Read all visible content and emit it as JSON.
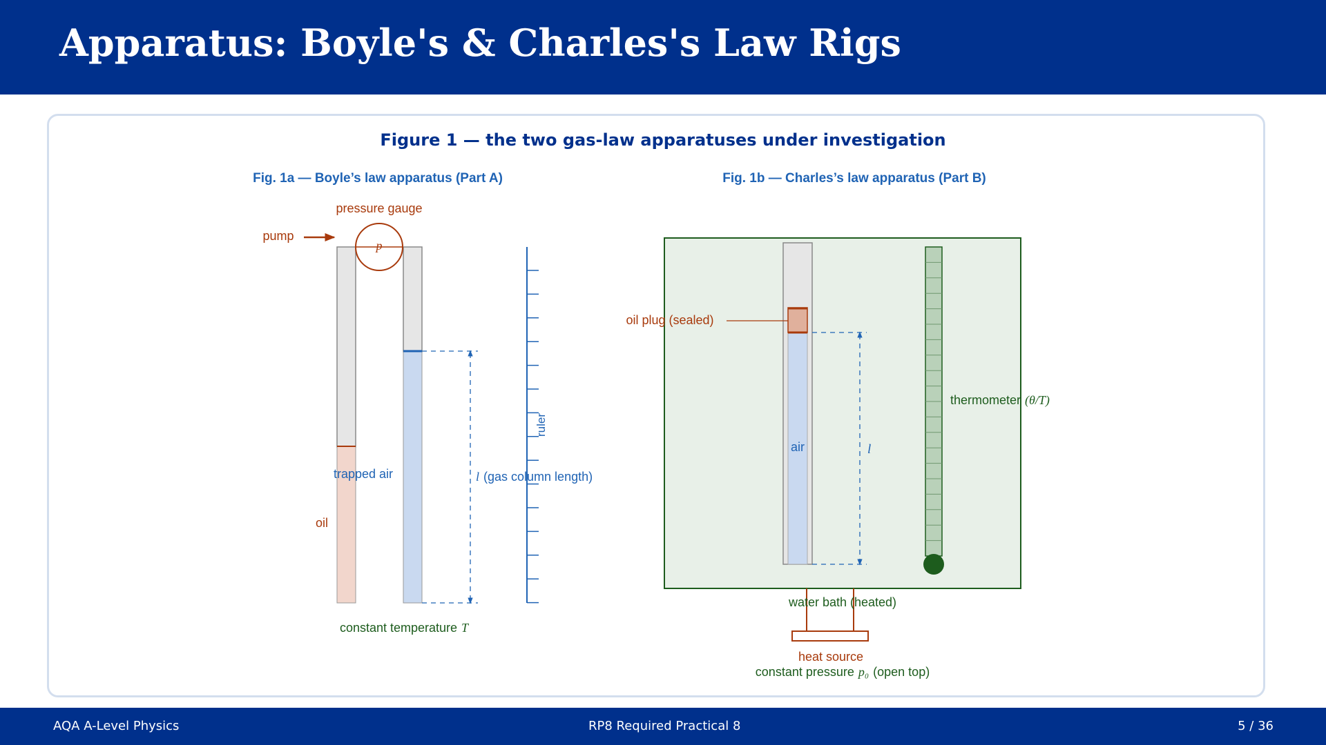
{
  "slide": {
    "title": "Apparatus: Boyle's & Charles's Law Rigs",
    "figure_title": "Figure 1 — the two gas-law apparatuses under investigation"
  },
  "fig_a": {
    "caption": "Fig. 1a — Boyle’s law apparatus (Part A)",
    "pressure_gauge": "pressure gauge",
    "pump": "pump",
    "gauge_symbol": "p",
    "trapped_air": "trapped air",
    "oil": "oil",
    "length_symbol": "l",
    "length_label": "(gas column length)",
    "ruler": "ruler",
    "constant_temp": "constant temperature",
    "temp_symbol": "T"
  },
  "fig_b": {
    "caption": "Fig. 1b — Charles’s law apparatus (Part B)",
    "oil_plug": "oil plug (sealed)",
    "air": "air",
    "length_symbol": "l",
    "thermometer": "thermometer",
    "thermometer_symbol": "(θ/T)",
    "water_bath": "water bath (heated)",
    "heat_source": "heat source",
    "constant_pressure": "constant pressure",
    "pressure_symbol": "p₀",
    "open_top": "(open top)"
  },
  "footer": {
    "left": "AQA A-Level Physics",
    "center": "RP8  Required Practical 8",
    "right": "5 / 36"
  },
  "colors": {
    "header_bg": "#00308c",
    "blue": "#1f63b4",
    "orange": "#a83a0c",
    "green": "#1d5c1d",
    "air_fill": "#c9d9f0",
    "oil_fill": "#f2d6cc",
    "bath_fill": "#e8f0e8"
  }
}
